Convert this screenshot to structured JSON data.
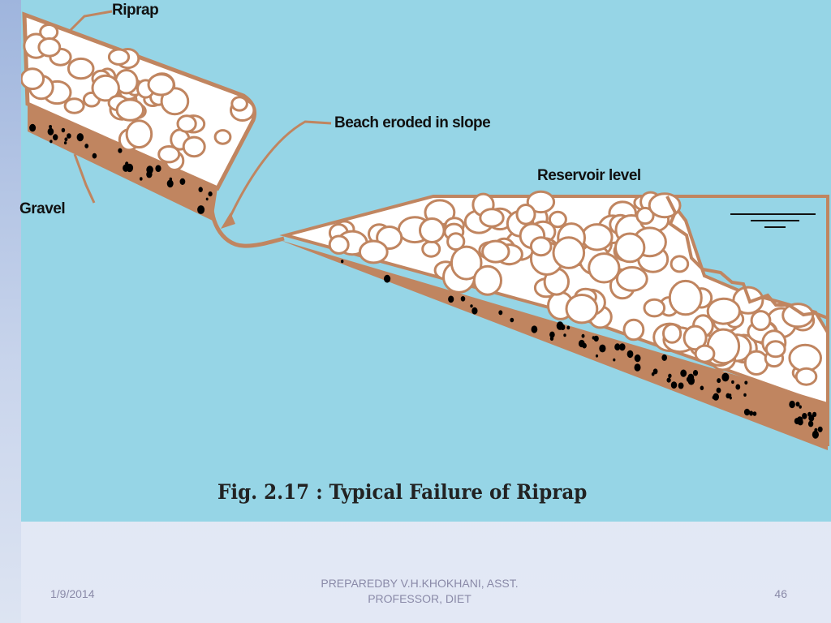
{
  "diagram": {
    "labels": {
      "riprap": "Riprap",
      "beach_eroded": "Beach eroded in slope",
      "reservoir_level": "Reservoir level",
      "gravel": "Gravel"
    },
    "caption": "Fig. 2.17 : Typical Failure of Riprap",
    "colors": {
      "water": "#96d5e6",
      "soil": "#c08560",
      "riprap_stone": "#ffffff",
      "outline": "#c08560",
      "gravel_dots": "#000000"
    }
  },
  "footer": {
    "date": "1/9/2014",
    "author_line1": "PREPAREDBY V.H.KHOKHANI, ASST.",
    "author_line2": "PROFESSOR, DIET",
    "page_number": "46"
  }
}
